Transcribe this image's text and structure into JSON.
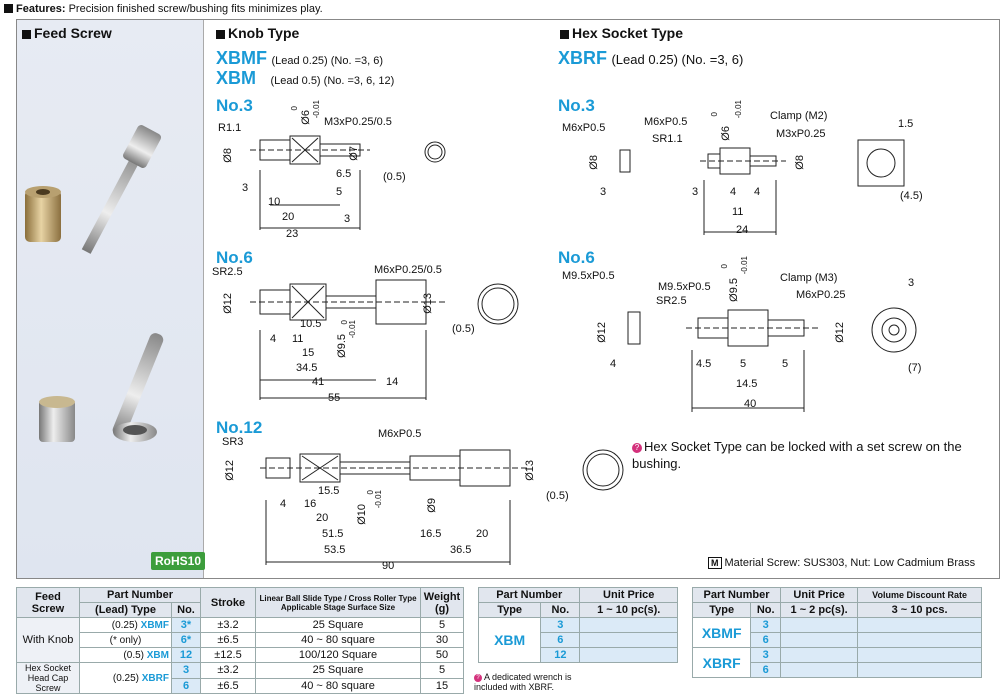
{
  "features": {
    "label": "Features:",
    "text": "Precision finished screw/bushing fits minimizes play."
  },
  "sections": {
    "feed": "Feed Screw",
    "knob": "Knob Type",
    "hex": "Hex Socket Type"
  },
  "knob_types": [
    {
      "code": "XBMF",
      "spec": "(Lead 0.25) (No. =3, 6)"
    },
    {
      "code": "XBM",
      "spec": "(Lead 0.5) (No. =3, 6, 12)"
    }
  ],
  "hex_type": {
    "code": "XBRF",
    "spec": "(Lead 0.25) (No. =3, 6)"
  },
  "numbers": {
    "k3": "No.3",
    "k6": "No.6",
    "k12": "No.12",
    "h3": "No.3",
    "h6": "No.6"
  },
  "rohs": "RoHS10",
  "hex_note": "Hex Socket Type can be locked with a set screw on the bushing.",
  "material": {
    "badge": "M",
    "text": "Material  Screw: SUS303, Nut: Low Cadmium Brass"
  },
  "dims": {
    "k3": [
      "R1.1",
      "Ø8",
      "Ø6",
      "0",
      "-0.01",
      "M3xP0.25/0.5",
      "Ø7",
      "6.5",
      "5",
      "3",
      "10",
      "20",
      "3",
      "23",
      "(0.5)"
    ],
    "k6": [
      "SR2.5",
      "M6xP0.25/0.5",
      "Ø12",
      "Ø13",
      "10.5",
      "4",
      "11",
      "15",
      "34.5",
      "Ø9.5",
      "0",
      "-0.01",
      "41",
      "14",
      "55",
      "(0.5)"
    ],
    "k12": [
      "SR3",
      "M6xP0.5",
      "Ø12",
      "Ø13",
      "15.5",
      "4",
      "16",
      "20",
      "Ø10",
      "0",
      "-0.01",
      "Ø9",
      "51.5",
      "16.5",
      "20",
      "53.5",
      "36.5",
      "90",
      "(0.5)"
    ],
    "h3": [
      "M6xP0.5",
      "M6xP0.5",
      "SR1.1",
      "Clamp (M2)",
      "Ø6",
      "0",
      "-0.01",
      "M3xP0.25",
      "1.5",
      "Ø8",
      "Ø8",
      "3",
      "3",
      "4",
      "4",
      "11",
      "24",
      "(4.5)"
    ],
    "h6": [
      "M9.5xP0.5",
      "M9.5xP0.5",
      "SR2.5",
      "Ø9.5",
      "0",
      "-0.01",
      "Clamp (M3)",
      "M6xP0.25",
      "3",
      "Ø12",
      "Ø12",
      "4",
      "4.5",
      "5",
      "5",
      "14.5",
      "40",
      "(7)"
    ]
  },
  "table1": {
    "headers": {
      "feed": "Feed",
      "screw": "Screw",
      "pn": "Part Number",
      "lt": "(Lead) Type",
      "no": "No.",
      "stroke": "Stroke",
      "stage": "Linear Ball Slide Type / Cross Roller Type",
      "stage2": "Applicable Stage Surface Size",
      "weight": "Weight",
      "g": "(g)"
    },
    "group1": "With Knob",
    "group2a": "Hex Socket",
    "group2b": "Head Cap Screw",
    "rows": [
      {
        "lead": "(0.25)",
        "type": "XBMF",
        "no": "3*",
        "stroke": "±3.2",
        "stage": "25 Square",
        "weight": "5"
      },
      {
        "lead": "(* only)",
        "type": "",
        "no": "6*",
        "stroke": "±6.5",
        "stage": "40 ~ 80 square",
        "weight": "30"
      },
      {
        "lead": "(0.5)",
        "type": "XBM",
        "no": "12",
        "stroke": "±12.5",
        "stage": "100/120 Square",
        "weight": "50"
      },
      {
        "lead": "(0.25)",
        "type": "XBRF",
        "no": "3",
        "stroke": "±3.2",
        "stage": "25 Square",
        "weight": "5"
      },
      {
        "lead": "",
        "type": "",
        "no": "6",
        "stroke": "±6.5",
        "stage": "40 ~ 80 square",
        "weight": "15"
      }
    ]
  },
  "table2": {
    "headers": {
      "pn": "Part Number",
      "type": "Type",
      "no": "No.",
      "price": "Unit Price",
      "range": "1 ~ 10 pc(s)."
    },
    "type": "XBM",
    "nos": [
      "3",
      "6",
      "12"
    ],
    "note": "A dedicated wrench is included with XBRF."
  },
  "table3": {
    "headers": {
      "pn": "Part Number",
      "type": "Type",
      "no": "No.",
      "price": "Unit Price",
      "range": "1 ~ 2 pc(s).",
      "vol": "Volume Discount Rate",
      "vrange": "3 ~ 10 pcs."
    },
    "rows": [
      {
        "type": "XBMF",
        "nos": [
          "3",
          "6"
        ]
      },
      {
        "type": "XBRF",
        "nos": [
          "3",
          "6"
        ]
      }
    ]
  }
}
